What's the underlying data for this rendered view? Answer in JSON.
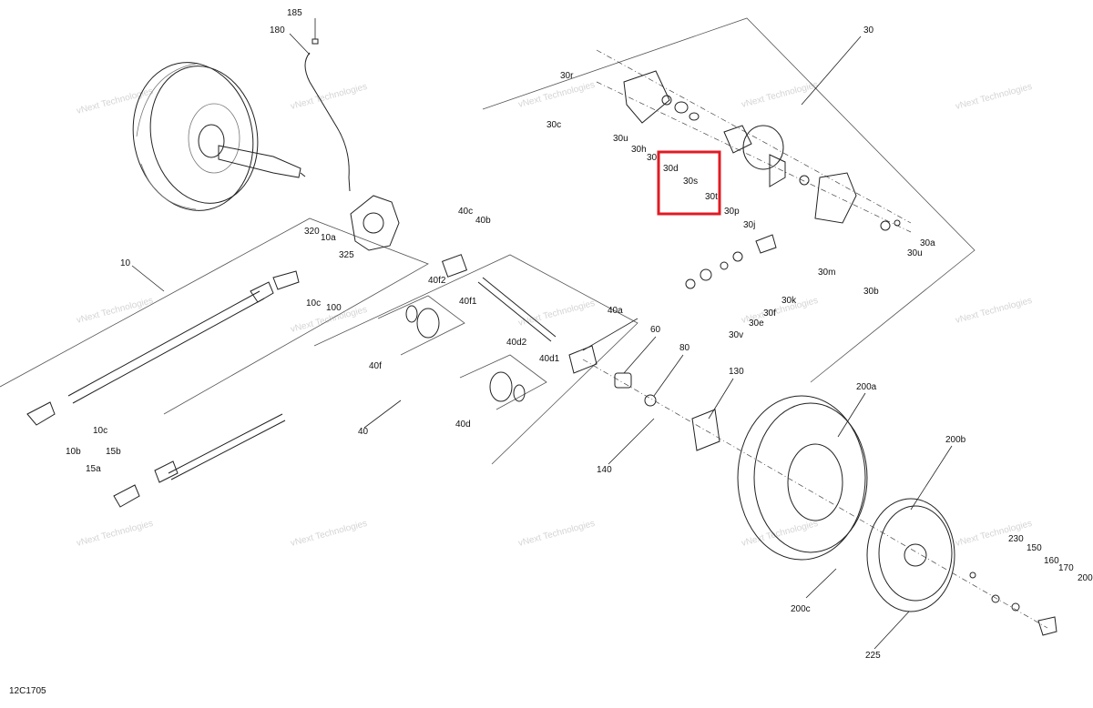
{
  "diagram_code": "12C1705",
  "watermark": "vNext Technologies",
  "highlight_color": "#e01b24",
  "callouts": [
    "10",
    "10a",
    "10b",
    "10c",
    "10c",
    "15a",
    "15b",
    "30",
    "30a",
    "30b",
    "30c",
    "30d",
    "30e",
    "30f",
    "30h",
    "30i",
    "30j",
    "30k",
    "30m",
    "30p",
    "30r",
    "30s",
    "30t",
    "30u",
    "30u",
    "30v",
    "40",
    "40a",
    "40b",
    "40c",
    "40d",
    "40d1",
    "40d2",
    "40f",
    "40f1",
    "40f2",
    "60",
    "80",
    "100",
    "130",
    "140",
    "150",
    "160",
    "170",
    "180",
    "185",
    "200",
    "200a",
    "200b",
    "200c",
    "225",
    "230",
    "320",
    "325"
  ]
}
